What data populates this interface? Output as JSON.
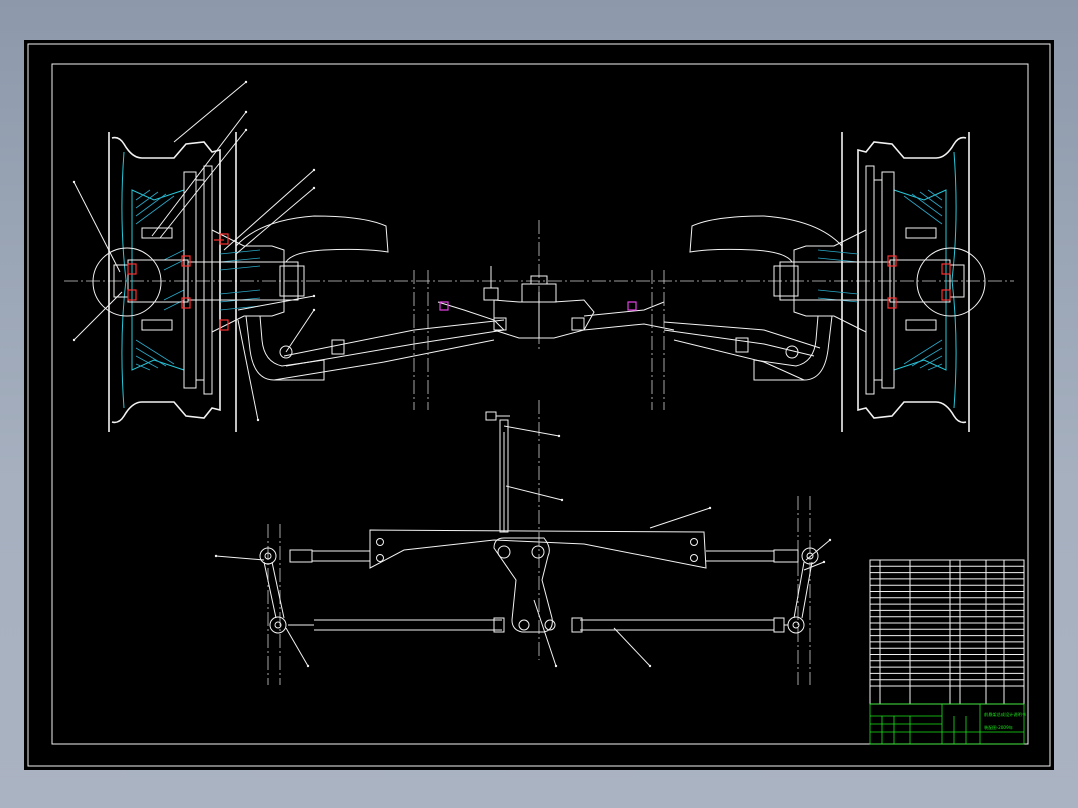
{
  "drawing": {
    "colors": {
      "background": "#000000",
      "line": "#f2f2f2",
      "section": "#29c7d9",
      "bearing": "#ff3030",
      "fitting": "#e040e0",
      "title_block": "#19e619"
    },
    "title_block": {
      "title_line1": "前悬架总成设计说明书",
      "title_line2": "装配图-2009年",
      "rows": 20
    }
  }
}
